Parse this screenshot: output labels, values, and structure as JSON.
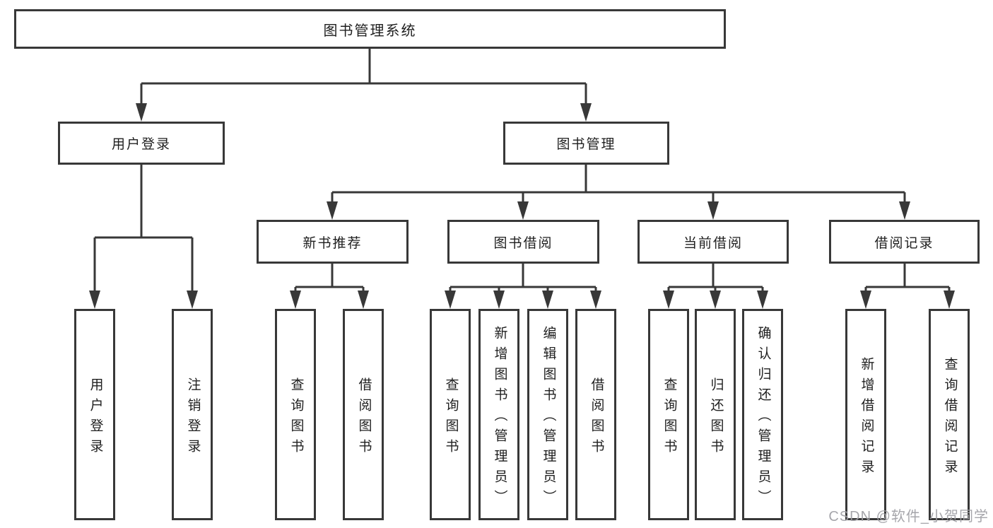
{
  "diagram": {
    "colors": {
      "line": "#383838",
      "text": "#1f1f1f",
      "background": "#ffffff",
      "watermark": "#9e9ea4"
    },
    "watermark": "CSDN @软件_小贺同学",
    "tree": {
      "label": "图书管理系统",
      "children": [
        {
          "label": "用户登录",
          "children": [
            {
              "label": "用户登录"
            },
            {
              "label": "注销登录"
            }
          ]
        },
        {
          "label": "图书管理",
          "children": [
            {
              "label": "新书推荐",
              "children": [
                {
                  "label": "查询图书"
                },
                {
                  "label": "借阅图书"
                }
              ]
            },
            {
              "label": "图书借阅",
              "children": [
                {
                  "label": "查询图书"
                },
                {
                  "label": "新增图书（管理员）"
                },
                {
                  "label": "编辑图书（管理员）"
                },
                {
                  "label": "借阅图书"
                }
              ]
            },
            {
              "label": "当前借阅",
              "children": [
                {
                  "label": "查询图书"
                },
                {
                  "label": "归还图书"
                },
                {
                  "label": "确认归还（管理员）"
                }
              ]
            },
            {
              "label": "借阅记录",
              "children": [
                {
                  "label": "新增借阅记录"
                },
                {
                  "label": "查询借阅记录"
                }
              ]
            }
          ]
        }
      ]
    }
  }
}
